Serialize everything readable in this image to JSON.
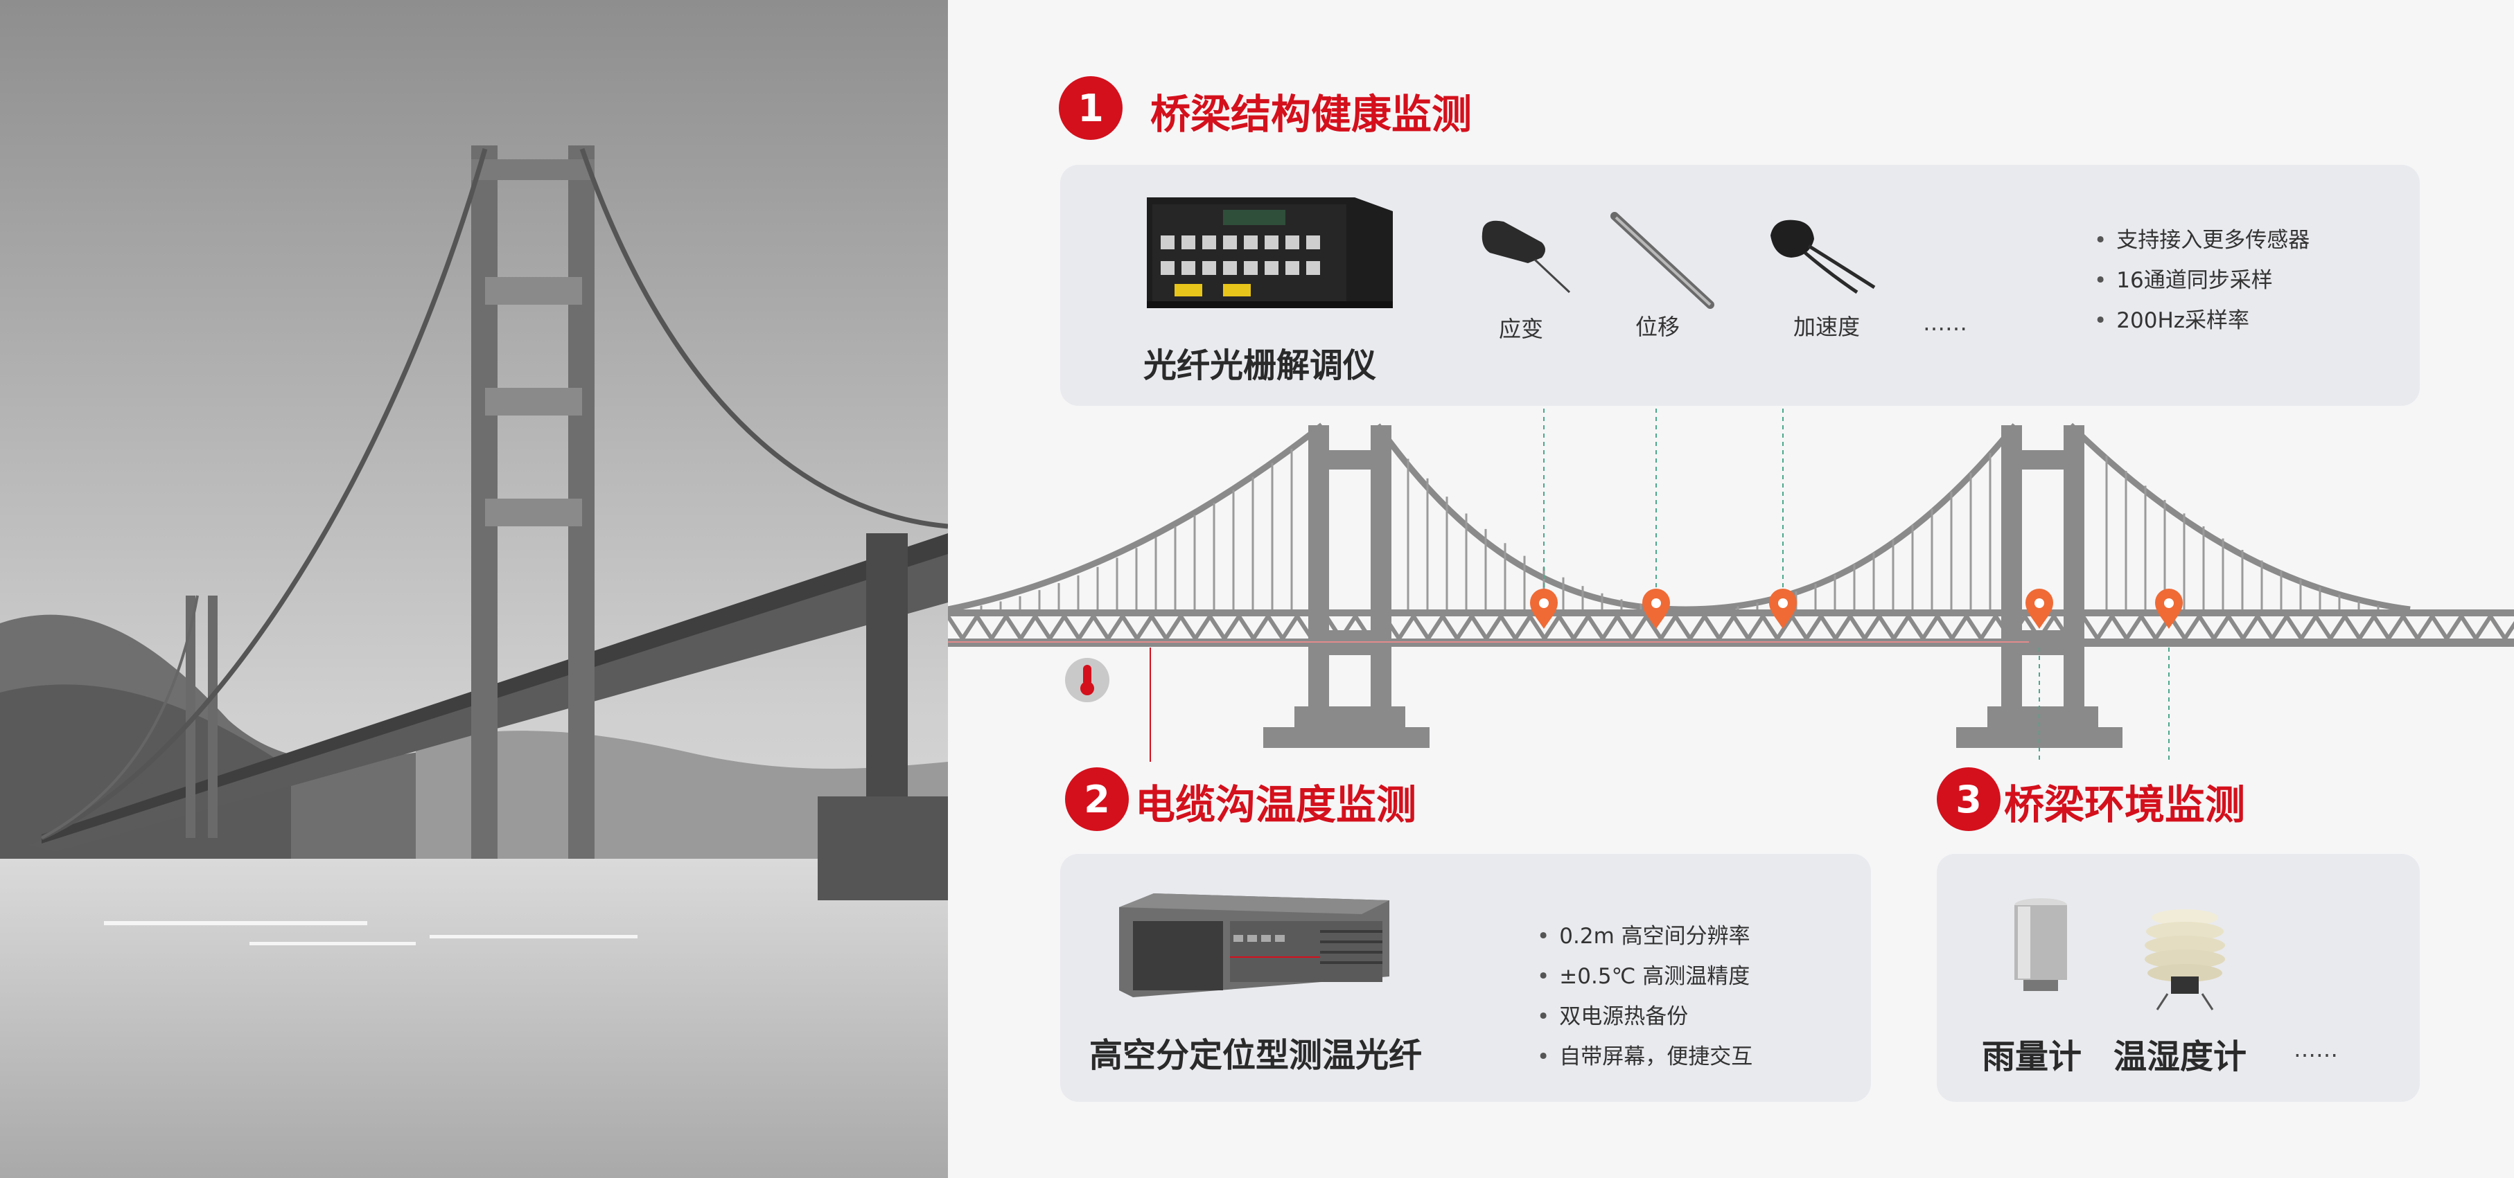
{
  "colors": {
    "accent": "#d4101c",
    "marker": "#ef6a35",
    "card": "#e9eaee",
    "bridge": "#8a8a8a"
  },
  "section1": {
    "number": "1",
    "title": "桥梁结构健康监测",
    "device": "光纤光栅解调仪",
    "sensors": [
      {
        "label": "应变",
        "icon": "strain-sensor-icon"
      },
      {
        "label": "位移",
        "icon": "displacement-sensor-icon"
      },
      {
        "label": "加速度",
        "icon": "accelerometer-icon"
      }
    ],
    "more": "……",
    "features": [
      "支持接入更多传感器",
      "16通道同步采样",
      "200Hz采样率"
    ]
  },
  "section2": {
    "number": "2",
    "title": "电缆沟温度监测",
    "device": "高空分定位型测温光纤",
    "features": [
      "0.2m 高空间分辨率",
      "±0.5℃ 高测温精度",
      "双电源热备份",
      "自带屏幕，便捷交互"
    ]
  },
  "section3": {
    "number": "3",
    "title": "桥梁环境监测",
    "devices": [
      "雨量计",
      "温湿度计"
    ],
    "more": "……"
  }
}
